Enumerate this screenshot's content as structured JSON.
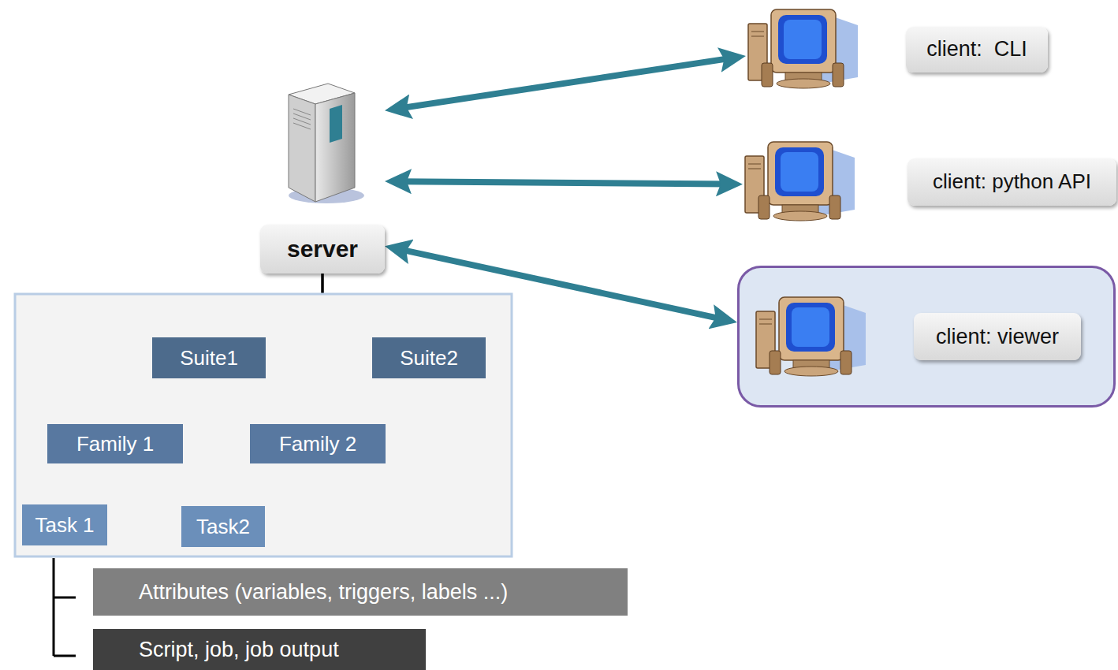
{
  "diagram": {
    "nodes": [
      {
        "text": [
          "server"
        ]
      },
      {
        "text": [
          "Suite1"
        ]
      },
      {
        "text": [
          "Suite2"
        ]
      },
      {
        "text": [
          "Family 1"
        ]
      },
      {
        "text": [
          "Family 2"
        ]
      },
      {
        "text": [
          "Task 1"
        ]
      },
      {
        "text": [
          "Task2"
        ]
      },
      {
        "text": [
          "Attributes (variables, triggers, labels ...)"
        ]
      },
      {
        "text": [
          "Script, job, job output"
        ]
      },
      {
        "text": [
          "client:  CLI"
        ]
      },
      {
        "text": [
          "client: python API"
        ]
      },
      {
        "text": [
          "client: viewer"
        ]
      }
    ],
    "edges": [
      {
        "from": 0,
        "to": 1,
        "arrow": "none"
      },
      {
        "from": 0,
        "to": 2,
        "arrow": "none"
      },
      {
        "from": 1,
        "to": 3,
        "arrow": "none"
      },
      {
        "from": 1,
        "to": 4,
        "arrow": "none"
      },
      {
        "from": 3,
        "to": 5,
        "arrow": "none"
      },
      {
        "from": 3,
        "to": 6,
        "arrow": "none"
      },
      {
        "from": 0,
        "to": 9,
        "arrow": "both"
      },
      {
        "from": 0,
        "to": 10,
        "arrow": "both"
      },
      {
        "from": 0,
        "to": 11,
        "arrow": "both"
      }
    ]
  }
}
